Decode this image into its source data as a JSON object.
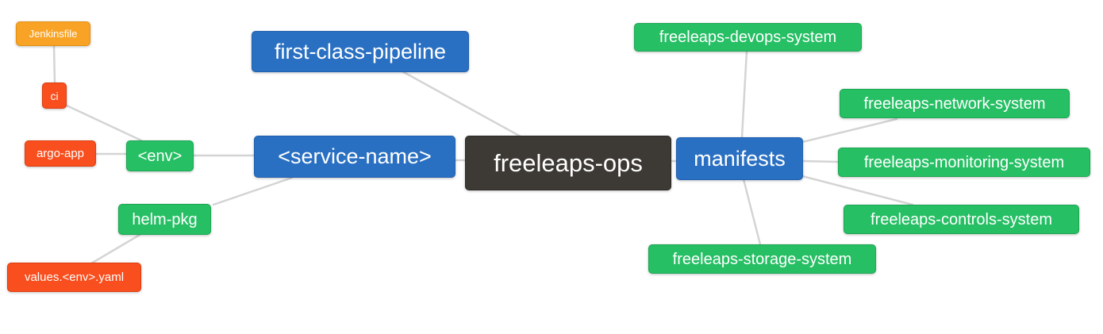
{
  "diagram": {
    "type": "mindmap",
    "background": "#ffffff",
    "edge_color": "#d4d4d4",
    "text_color": "#ffffff",
    "colors": {
      "root_dark": "#3d3935",
      "branch_blue": "#2a70c2",
      "leaf_green": "#26bf64",
      "leaf_red_orange": "#f94e1d",
      "leaf_orange": "#f9a326"
    },
    "root": "freeleaps-ops",
    "nodes": [
      {
        "id": "jenkinsfile",
        "label": "Jenkinsfile",
        "color": "orange"
      },
      {
        "id": "ci",
        "label": "ci",
        "color": "red_orange"
      },
      {
        "id": "argo_app",
        "label": "argo-app",
        "color": "red_orange"
      },
      {
        "id": "env",
        "label": "<env>",
        "color": "green"
      },
      {
        "id": "first_class_pipeline",
        "label": "first-class-pipeline",
        "color": "blue"
      },
      {
        "id": "service_name",
        "label": "<service-name>",
        "color": "blue"
      },
      {
        "id": "freeleaps_ops",
        "label": "freeleaps-ops",
        "color": "dark"
      },
      {
        "id": "manifests",
        "label": "manifests",
        "color": "blue"
      },
      {
        "id": "helm_pkg",
        "label": "helm-pkg",
        "color": "green"
      },
      {
        "id": "values_env_yaml",
        "label": "values.<env>.yaml",
        "color": "red_orange"
      },
      {
        "id": "devops_system",
        "label": "freeleaps-devops-system",
        "color": "green"
      },
      {
        "id": "network_system",
        "label": "freeleaps-network-system",
        "color": "green"
      },
      {
        "id": "monitoring_system",
        "label": "freeleaps-monitoring-system",
        "color": "green"
      },
      {
        "id": "controls_system",
        "label": "freeleaps-controls-system",
        "color": "green"
      },
      {
        "id": "storage_system",
        "label": "freeleaps-storage-system",
        "color": "green"
      }
    ],
    "edges": [
      {
        "from": "jenkinsfile",
        "to": "ci"
      },
      {
        "from": "ci",
        "to": "env"
      },
      {
        "from": "argo_app",
        "to": "env"
      },
      {
        "from": "env",
        "to": "service_name"
      },
      {
        "from": "service_name",
        "to": "helm_pkg"
      },
      {
        "from": "helm_pkg",
        "to": "values_env_yaml"
      },
      {
        "from": "first_class_pipeline",
        "to": "freeleaps_ops"
      },
      {
        "from": "service_name",
        "to": "freeleaps_ops"
      },
      {
        "from": "freeleaps_ops",
        "to": "manifests"
      },
      {
        "from": "manifests",
        "to": "devops_system"
      },
      {
        "from": "manifests",
        "to": "network_system"
      },
      {
        "from": "manifests",
        "to": "monitoring_system"
      },
      {
        "from": "manifests",
        "to": "controls_system"
      },
      {
        "from": "manifests",
        "to": "storage_system"
      }
    ]
  }
}
